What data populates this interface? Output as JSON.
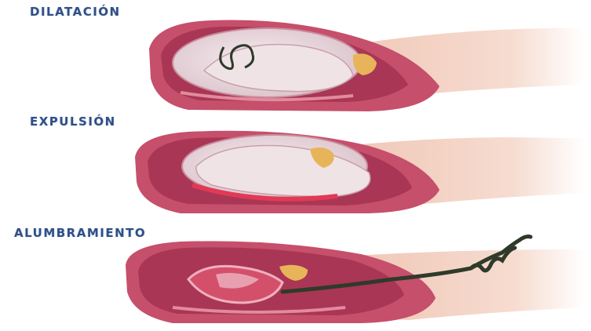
{
  "stages": [
    {
      "label": "DILATACIÓN"
    },
    {
      "label": "EXPULSIÓN"
    },
    {
      "label": "ALUMBRAMIENTO"
    }
  ],
  "colors": {
    "label_text": "#2f4f86",
    "uterus_wall": "#b03b5a",
    "uterus_wall_light": "#d9889a",
    "amniotic": "#e8d6dc",
    "skin": "#f3d2c2",
    "placenta": "#d4506a",
    "cord": "#2f3a2a",
    "accent_yellow": "#e8b45a"
  }
}
